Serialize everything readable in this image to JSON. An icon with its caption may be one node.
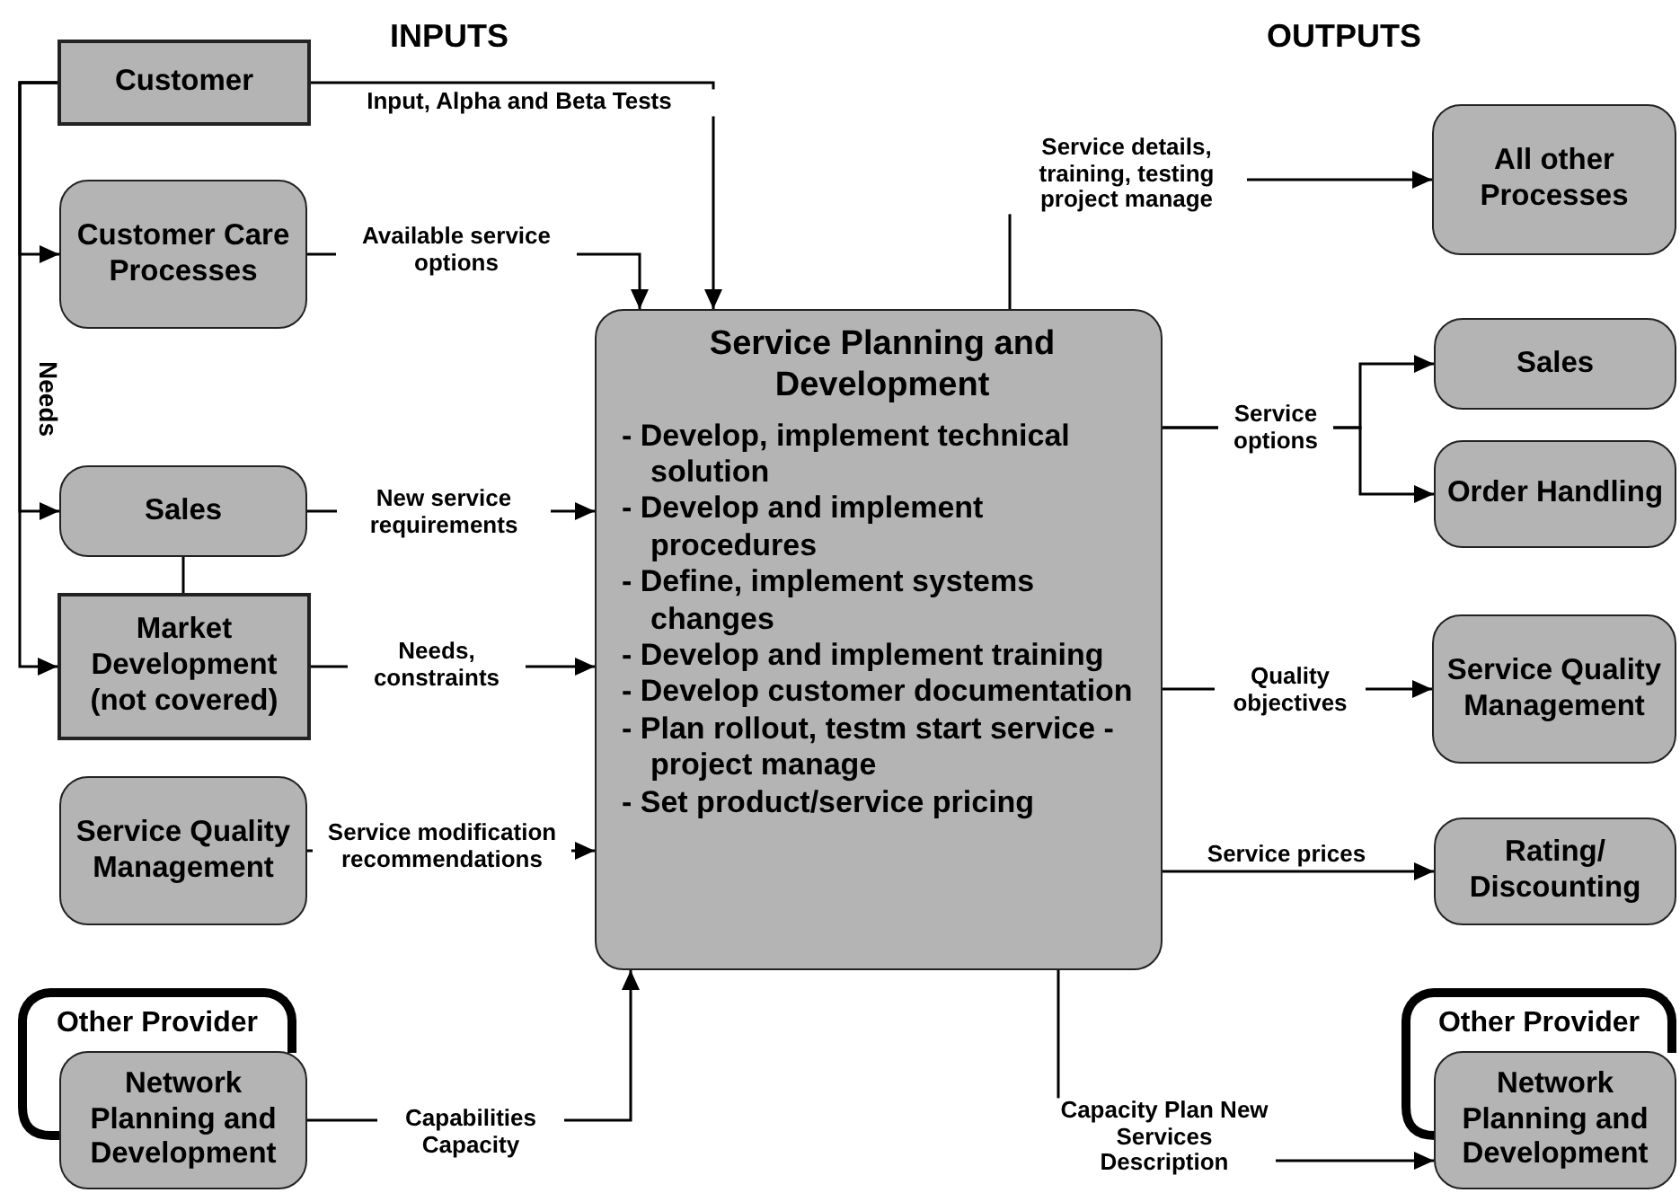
{
  "diagram": {
    "nodes": [
      {
        "text": [
          "Customer"
        ]
      },
      {
        "text": [
          "Customer Care Processes"
        ]
      },
      {
        "text": [
          "Sales"
        ]
      },
      {
        "text": [
          "Market Development (not covered)"
        ]
      },
      {
        "text": [
          "Service Quality Management"
        ]
      },
      {
        "text": [
          "Other Provider"
        ]
      },
      {
        "text": [
          "Network Planning and Development"
        ]
      },
      {
        "text": [
          "Service Planning and Development",
          "- Develop, implement technical solution",
          "- Develop and implement procedures",
          "- Define, implement systems changes",
          "- Develop and implement training",
          "- Develop customer documentation",
          "- Plan rollout, testm start service - project manage",
          "- Set product/service pricing"
        ]
      },
      {
        "text": [
          "All other Processes"
        ]
      },
      {
        "text": [
          "Sales"
        ]
      },
      {
        "text": [
          "Order Handling"
        ]
      },
      {
        "text": [
          "Service Quality Management"
        ]
      },
      {
        "text": [
          "Rating/ Discounting"
        ]
      },
      {
        "text": [
          "Other Provider"
        ]
      },
      {
        "text": [
          "Network Planning and Development"
        ]
      }
    ],
    "edges": [
      {
        "from": 0,
        "to": 7,
        "arrow": "to",
        "label": "Input, Alpha and Beta Tests"
      },
      {
        "from": 1,
        "to": 7,
        "arrow": "to",
        "label": "Available service options"
      },
      {
        "from": 2,
        "to": 7,
        "arrow": "to",
        "label": "New service requirements"
      },
      {
        "from": 3,
        "to": 7,
        "arrow": "to",
        "label": "Needs, constraints"
      },
      {
        "from": 4,
        "to": 7,
        "arrow": "to",
        "label": "Service modification recommendations"
      },
      {
        "from": 6,
        "to": 7,
        "arrow": "to",
        "label": "Capabilities Capacity"
      },
      {
        "from": 0,
        "to": 1,
        "arrow": "to"
      },
      {
        "from": 0,
        "to": 2,
        "arrow": "to",
        "label": "Needs"
      },
      {
        "from": 0,
        "to": 3,
        "arrow": "to"
      },
      {
        "from": 2,
        "to": 3,
        "arrow": "none"
      },
      {
        "from": 7,
        "to": 8,
        "arrow": "to",
        "label": "Service details, training, testing project manage"
      },
      {
        "from": 7,
        "to": 9,
        "arrow": "to",
        "label": "Service options"
      },
      {
        "from": 7,
        "to": 10,
        "arrow": "to"
      },
      {
        "from": 7,
        "to": 11,
        "arrow": "to",
        "label": "Quality objectives"
      },
      {
        "from": 7,
        "to": 12,
        "arrow": "to",
        "label": "Service prices"
      },
      {
        "from": 7,
        "to": 14,
        "arrow": "to",
        "label": "Capacity Plan New Services Description"
      }
    ],
    "labels": [
      "INPUTS",
      "OUTPUTS"
    ]
  }
}
